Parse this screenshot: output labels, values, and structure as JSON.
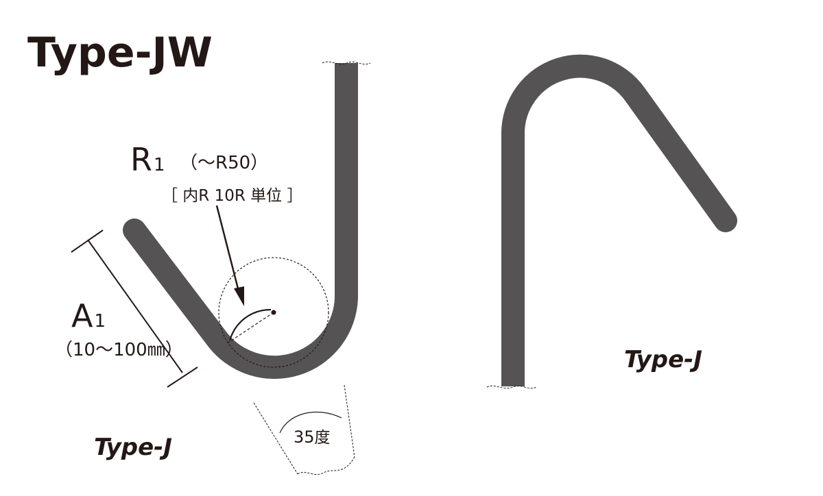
{
  "title": "Type-JW",
  "left_diagram": {
    "radius": {
      "label": "R",
      "subscript": "1",
      "range": "（～R50）",
      "note": "［ 内R  10R 単位 ］"
    },
    "length": {
      "label": "A",
      "subscript": "1",
      "range": "（10～100㎜）"
    },
    "angle": {
      "value": "35",
      "unit": "度"
    },
    "caption": "Type-J"
  },
  "right_diagram": {
    "caption": "Type-J"
  },
  "colors": {
    "wire": "#555354",
    "text": "#231815",
    "line": "#231815"
  }
}
